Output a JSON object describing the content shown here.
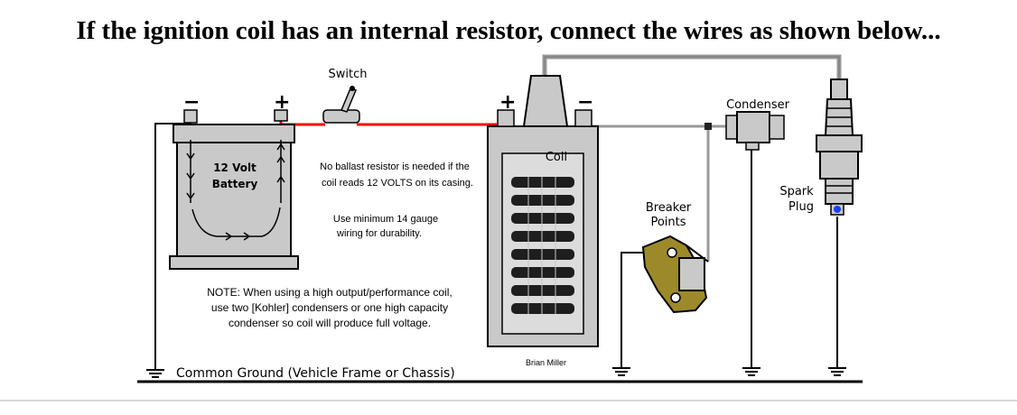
{
  "heading": "If the ignition coil has an internal resistor, connect the wires as shown below...",
  "labels": {
    "switch": "Switch",
    "condenser": "Condenser",
    "coil": "Coil",
    "battery_line1": "12 Volt",
    "battery_line2": "Battery",
    "breaker_line1": "Breaker",
    "breaker_line2": "Points",
    "spark_line1": "Spark",
    "spark_line2": "Plug",
    "ground": "Common Ground (Vehicle Frame or Chassis)",
    "author": "Brian Miller",
    "plus": "+",
    "minus": "−"
  },
  "notes": {
    "ballast_line1": "No ballast resistor is needed if the",
    "ballast_line2": "coil reads 12 VOLTS on its casing.",
    "gauge_line1": "Use minimum 14 gauge",
    "gauge_line2": "wiring for durability.",
    "note_line1": "NOTE: When using a high output/performance coil,",
    "note_line2": "use two [Kohler] condensers or one high capacity",
    "note_line3": "condenser so coil will produce full voltage."
  },
  "colors": {
    "wire_red": "#ff0000",
    "wire_gray": "#999999",
    "body_gray": "#c9c9c9",
    "outline": "#000000",
    "breaker_olive": "#9c8a2a",
    "plug_blue": "#1a3cff"
  }
}
